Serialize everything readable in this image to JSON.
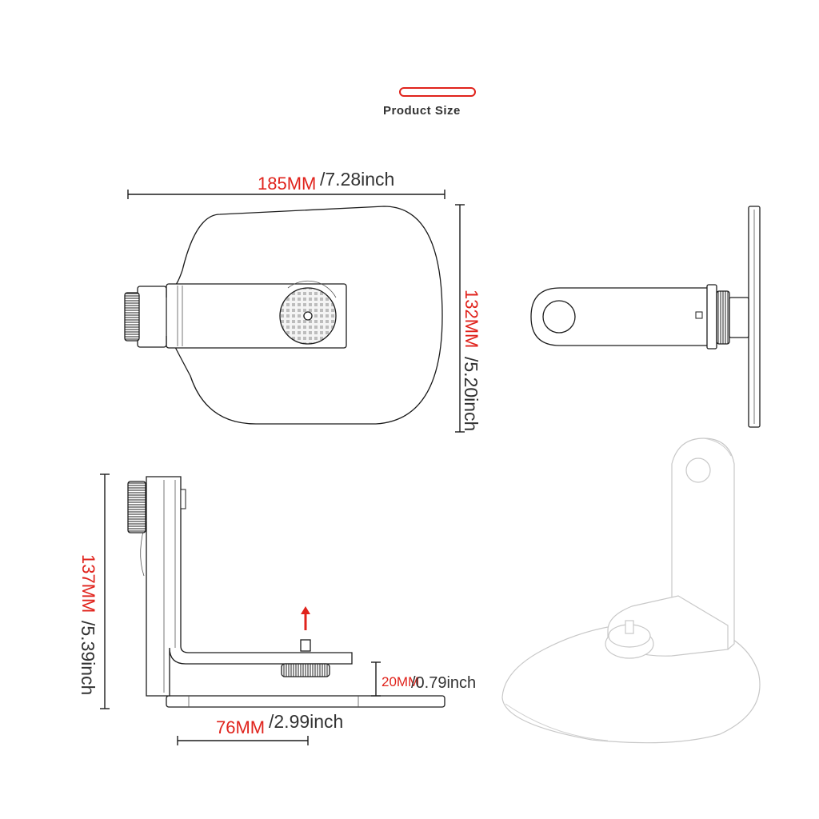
{
  "header": {
    "title": "Product Size",
    "accent_color": "#e0231c"
  },
  "dimensions": {
    "width": {
      "mm": "185MM",
      "inch": "/7.28inch"
    },
    "depth": {
      "mm": "132MM",
      "inch": "/5.20inch"
    },
    "height": {
      "mm": "137MM",
      "inch": "/5.39inch"
    },
    "arm_width": {
      "mm": "76MM",
      "inch": "/2.99inch"
    },
    "base_height": {
      "mm": "20MM",
      "inch": "/0.79inch"
    }
  },
  "views": [
    "top-view",
    "side-view",
    "front-view",
    "perspective-view"
  ]
}
